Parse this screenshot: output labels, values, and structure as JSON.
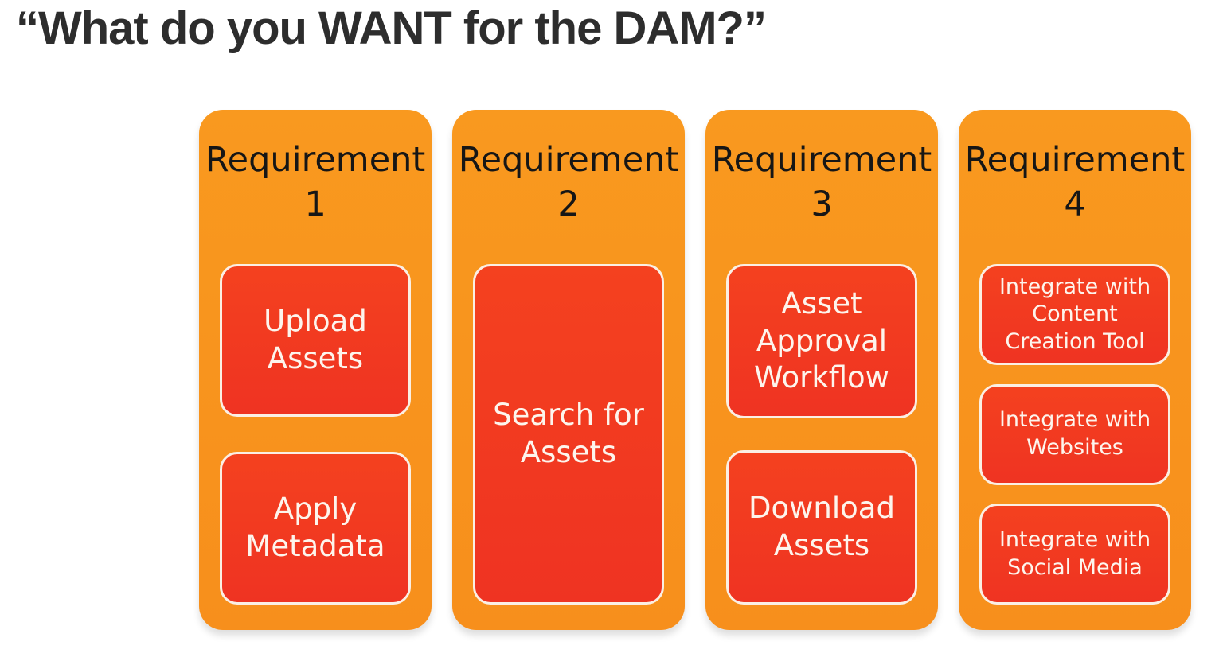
{
  "slide": {
    "title": "“What do you WANT for the DAM?”"
  },
  "colors": {
    "page_background": "#FFFFFF",
    "column_background": "#F8951E",
    "box_background": "#F23A21",
    "box_border": "#FBEFE4",
    "box_text": "#FDF5ED",
    "header_text": "#161616",
    "title_text": "#2D2D2D"
  },
  "columns": [
    {
      "header_word": "Requirement",
      "header_number": "1",
      "boxes": [
        "Upload Assets",
        "Apply Metadata"
      ]
    },
    {
      "header_word": "Requirement",
      "header_number": "2",
      "boxes": [
        "Search for Assets"
      ]
    },
    {
      "header_word": "Requirement",
      "header_number": "3",
      "boxes": [
        "Asset Approval Workflow",
        "Download Assets"
      ]
    },
    {
      "header_word": "Requirement",
      "header_number": "4",
      "boxes": [
        "Integrate with Content Creation Tool",
        "Integrate with Websites",
        "Integrate with Social Media"
      ]
    }
  ]
}
